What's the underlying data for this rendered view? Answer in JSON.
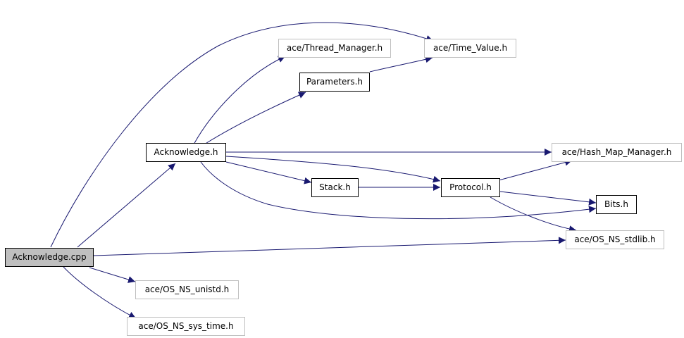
{
  "colors": {
    "edge": "#191970",
    "root_fill": "#bfbfbf",
    "light_border": "#bfbfbf",
    "dark_border": "#000000"
  },
  "nodes": {
    "acknowledge_cpp": {
      "label": "Acknowledge.cpp"
    },
    "acknowledge_h": {
      "label": "Acknowledge.h"
    },
    "thread_manager_h": {
      "label": "ace/Thread_Manager.h"
    },
    "time_value_h": {
      "label": "ace/Time_Value.h"
    },
    "parameters_h": {
      "label": "Parameters.h"
    },
    "hash_map_manager_h": {
      "label": "ace/Hash_Map_Manager.h"
    },
    "stack_h": {
      "label": "Stack.h"
    },
    "protocol_h": {
      "label": "Protocol.h"
    },
    "bits_h": {
      "label": "Bits.h"
    },
    "os_ns_stdlib_h": {
      "label": "ace/OS_NS_stdlib.h"
    },
    "os_ns_unistd_h": {
      "label": "ace/OS_NS_unistd.h"
    },
    "os_ns_sys_time_h": {
      "label": "ace/OS_NS_sys_time.h"
    }
  },
  "edges": [
    {
      "from": "Acknowledge.cpp",
      "to": "ace/Time_Value.h"
    },
    {
      "from": "Acknowledge.cpp",
      "to": "Acknowledge.h"
    },
    {
      "from": "Acknowledge.cpp",
      "to": "ace/OS_NS_stdlib.h"
    },
    {
      "from": "Acknowledge.cpp",
      "to": "ace/OS_NS_unistd.h"
    },
    {
      "from": "Acknowledge.cpp",
      "to": "ace/OS_NS_sys_time.h"
    },
    {
      "from": "Acknowledge.h",
      "to": "ace/Thread_Manager.h"
    },
    {
      "from": "Acknowledge.h",
      "to": "Parameters.h"
    },
    {
      "from": "Acknowledge.h",
      "to": "ace/Hash_Map_Manager.h"
    },
    {
      "from": "Acknowledge.h",
      "to": "Stack.h"
    },
    {
      "from": "Acknowledge.h",
      "to": "Protocol.h"
    },
    {
      "from": "Acknowledge.h",
      "to": "Bits.h"
    },
    {
      "from": "Parameters.h",
      "to": "ace/Time_Value.h"
    },
    {
      "from": "Stack.h",
      "to": "Protocol.h"
    },
    {
      "from": "Protocol.h",
      "to": "ace/Hash_Map_Manager.h"
    },
    {
      "from": "Protocol.h",
      "to": "Bits.h"
    },
    {
      "from": "Protocol.h",
      "to": "ace/OS_NS_stdlib.h"
    }
  ]
}
